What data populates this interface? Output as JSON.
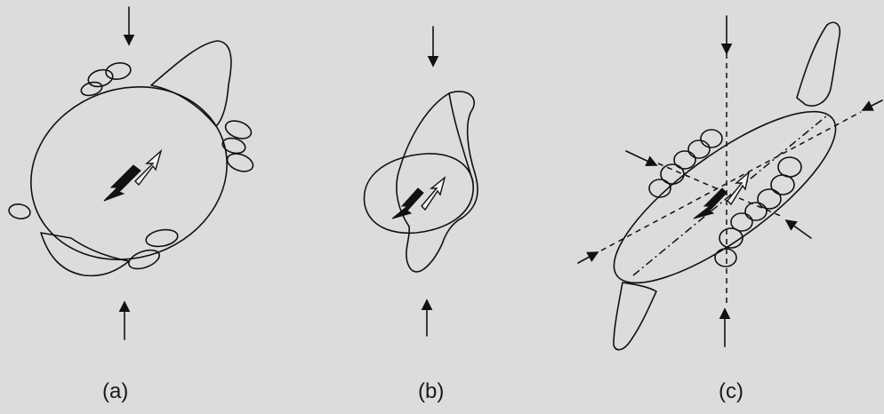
{
  "panels": [
    {
      "id": "a",
      "label": "(a)"
    },
    {
      "id": "b",
      "label": "(b)"
    },
    {
      "id": "c",
      "label": "(c)"
    }
  ],
  "colors": {
    "background": "#dcdcdc",
    "ink": "#111111",
    "hatched_grain": "#9a9a9a",
    "bubble": "#e4e4e4"
  }
}
